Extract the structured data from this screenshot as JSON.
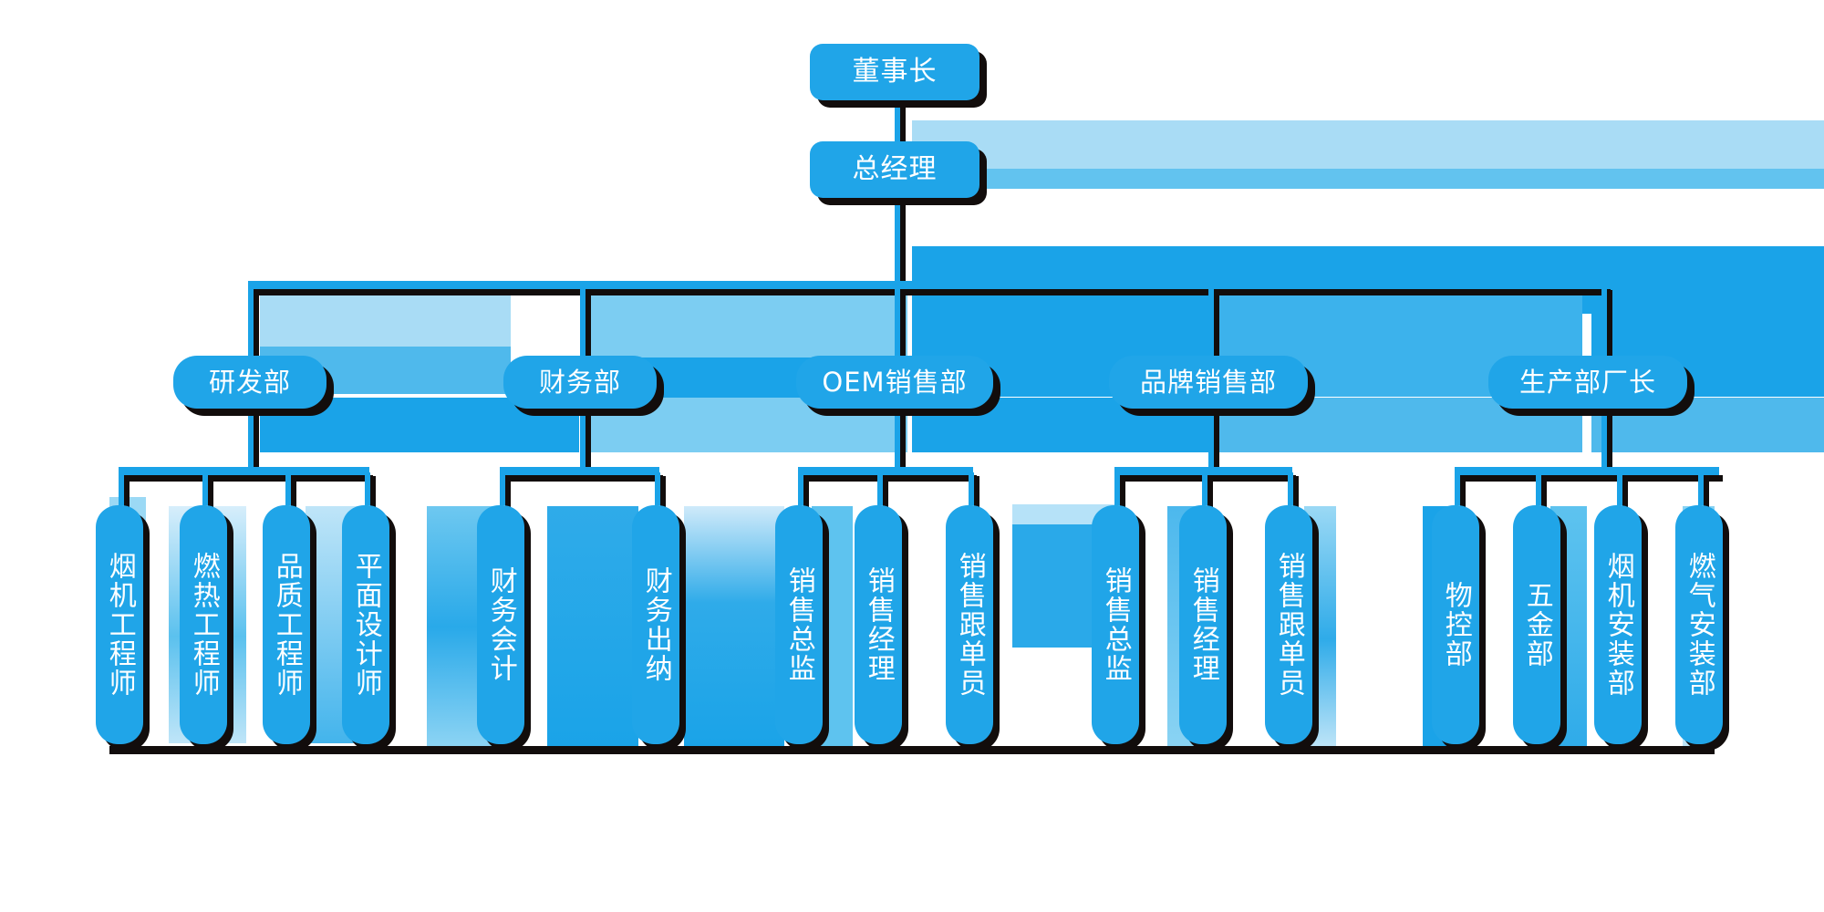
{
  "chart": {
    "title_text": "",
    "type": "org-chart",
    "colors": {
      "node_fill": "#20a5e8",
      "node_text": "#ffffff",
      "connector": "#1aa3e8",
      "shadow": "#120d0c",
      "ghost_light": "#a9dcf5",
      "ghost_mid": "#5ec3ef",
      "background": "#ffffff"
    }
  },
  "nodes": {
    "chairman": {
      "label": "董事长"
    },
    "general_manager": {
      "label": "总经理"
    },
    "departments": [
      {
        "label": "研发部"
      },
      {
        "label": "财务部"
      },
      {
        "label": "OEM销售部"
      },
      {
        "label": "品牌销售部"
      },
      {
        "label": "生产部厂长"
      }
    ],
    "leaves": [
      {
        "label": "烟机工程师",
        "parent": "研发部"
      },
      {
        "label": "燃热工程师",
        "parent": "研发部"
      },
      {
        "label": "品质工程师",
        "parent": "研发部"
      },
      {
        "label": "平面设计师",
        "parent": "研发部"
      },
      {
        "label": "财务会计",
        "parent": "财务部"
      },
      {
        "label": "财务出纳",
        "parent": "财务部"
      },
      {
        "label": "销售总监",
        "parent": "OEM销售部"
      },
      {
        "label": "销售经理",
        "parent": "OEM销售部"
      },
      {
        "label": "销售跟单员",
        "parent": "OEM销售部"
      },
      {
        "label": "销售总监",
        "parent": "品牌销售部"
      },
      {
        "label": "销售经理",
        "parent": "品牌销售部"
      },
      {
        "label": "销售跟单员",
        "parent": "品牌销售部"
      },
      {
        "label": "物控部",
        "parent": "生产部厂长"
      },
      {
        "label": "五金部",
        "parent": "生产部厂长"
      },
      {
        "label": "烟机安装部",
        "parent": "生产部厂长"
      },
      {
        "label": "燃气安装部",
        "parent": "生产部厂长"
      }
    ]
  }
}
